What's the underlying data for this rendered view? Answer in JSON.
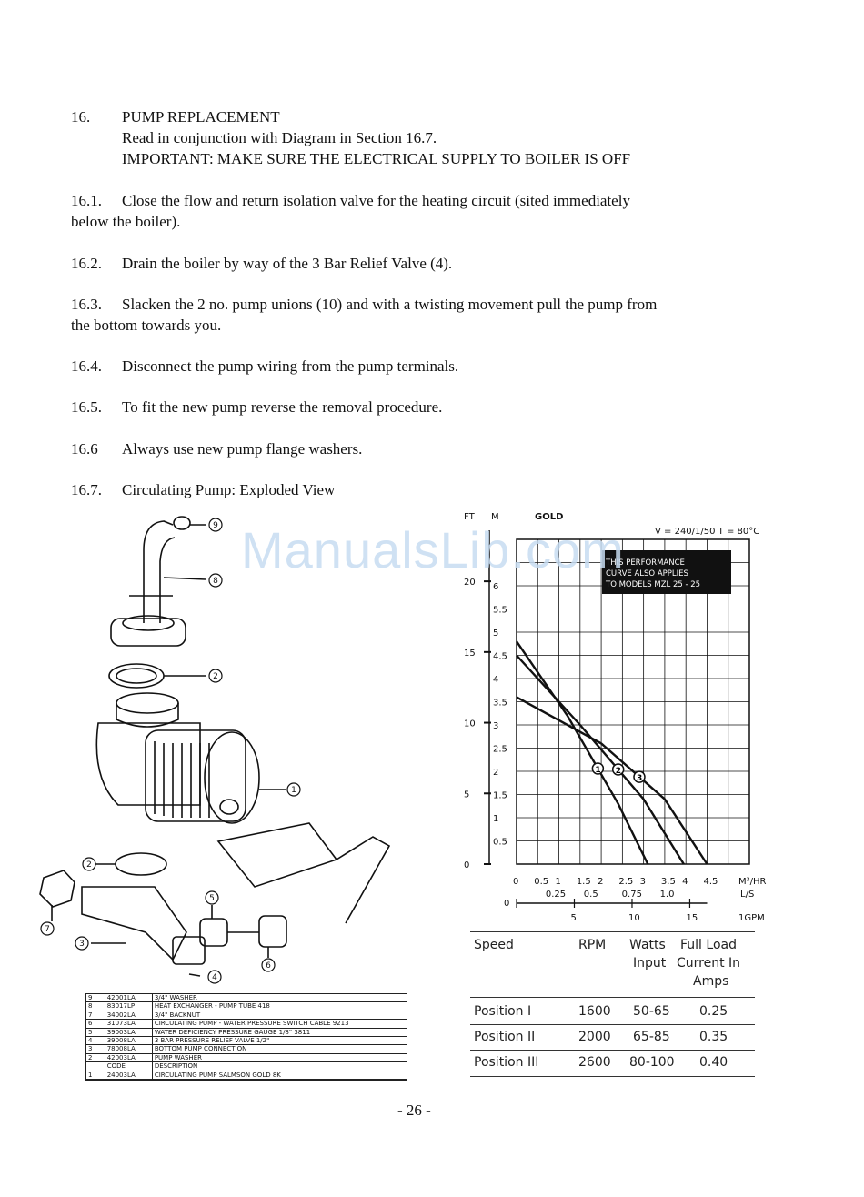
{
  "section": {
    "number": "16.",
    "title": "PUMP REPLACEMENT",
    "line1": "Read in conjunction with Diagram in Section 16.7.",
    "line2": "IMPORTANT:  MAKE SURE THE ELECTRICAL SUPPLY TO BOILER IS OFF"
  },
  "steps": [
    {
      "num": "16.1.",
      "text": "Close the flow and return isolation valve for the heating circuit (sited immediately",
      "cont": "below the boiler)."
    },
    {
      "num": "16.2.",
      "text": "Drain the boiler by way of the 3 Bar Relief Valve (4)."
    },
    {
      "num": "16.3.",
      "text": "Slacken the 2 no. pump unions (10) and with a twisting movement pull the pump from",
      "cont": "the bottom towards you."
    },
    {
      "num": "16.4.",
      "text": "Disconnect the pump wiring from the pump terminals."
    },
    {
      "num": "16.5.",
      "text": "To fit the new pump reverse the removal procedure."
    },
    {
      "num": "16.6",
      "text": "Always use new pump flange washers."
    },
    {
      "num": "16.7.",
      "text": "Circulating Pump:  Exploded View"
    }
  ],
  "watermark": "ManualsLib.com",
  "diagram": {
    "callouts": [
      "9",
      "8",
      "2",
      "1",
      "2",
      "7",
      "5",
      "3",
      "6",
      "4"
    ]
  },
  "parts_table": {
    "rows": [
      [
        "9",
        "42001LA",
        "3/4\" WASHER"
      ],
      [
        "8",
        "83017LP",
        "HEAT EXCHANGER - PUMP TUBE 418"
      ],
      [
        "7",
        "34002LA",
        "3/4\" BACKNUT"
      ],
      [
        "6",
        "31073LA",
        "CIRCULATING PUMP - WATER PRESSURE SWITCH CABLE 9213"
      ],
      [
        "5",
        "39003LA",
        "WATER DEFICIENCY PRESSURE GAUGE 1/8\" 3811"
      ],
      [
        "4",
        "39008LA",
        "3 BAR PRESSURE RELIEF VALVE 1/2\""
      ],
      [
        "3",
        "78008LA",
        "BOTTOM PUMP CONNECTION"
      ],
      [
        "2",
        "42003LA",
        "PUMP WASHER"
      ],
      [
        "",
        "CODE",
        "DESCRIPTION"
      ],
      [
        "1",
        "24003LA",
        "CIRCULATING PUMP SALMSON GOLD 8K"
      ]
    ]
  },
  "chart_data": {
    "type": "line",
    "title": "GOLD",
    "conditions": "V = 240/1/50  T = 80°C",
    "note": [
      "THIS PERFORMANCE",
      "CURVE ALSO APPLIES",
      "TO MODELS MZL 25 - 25"
    ],
    "y_units": [
      "FT",
      "M"
    ],
    "y_m_ticks": [
      "0.5",
      "1",
      "1.5",
      "2",
      "2.5",
      "3",
      "3.5",
      "4",
      "4.5",
      "5",
      "5.5",
      "6"
    ],
    "y_ft_ticks": [
      "0",
      "5",
      "10",
      "15",
      "20"
    ],
    "x_m3hr_ticks": [
      "0",
      "0.5",
      "1",
      "1.5",
      "2",
      "2.5",
      "3",
      "3.5",
      "4",
      "4.5"
    ],
    "x_m3hr_unit": "M³/HR",
    "x_ls_ticks": [
      "0.25",
      "0.5",
      "0.75",
      "1.0"
    ],
    "x_ls_unit": "L/S",
    "x_gpm_ticks": [
      "0",
      "5",
      "10",
      "15"
    ],
    "x_gpm_unit": "1GPM",
    "xlim": [
      0,
      5.5
    ],
    "ylim": [
      0,
      7
    ],
    "series": [
      {
        "name": "1",
        "x": [
          0,
          1.2,
          2.4,
          3.1
        ],
        "y": [
          4.8,
          3.2,
          1.3,
          0
        ]
      },
      {
        "name": "2",
        "x": [
          0,
          1.5,
          3.0,
          3.95
        ],
        "y": [
          4.5,
          3.0,
          1.4,
          0
        ]
      },
      {
        "name": "3",
        "x": [
          0,
          2.0,
          3.5,
          4.5
        ],
        "y": [
          3.6,
          2.6,
          1.4,
          0
        ]
      }
    ],
    "speed_table": {
      "headers": [
        "Speed",
        "RPM",
        "Watts",
        "Full Load",
        "Input",
        "Current In",
        "Amps"
      ],
      "rows": [
        [
          "Position I",
          "1600",
          "50-65",
          "0.25"
        ],
        [
          "Position II",
          "2000",
          "65-85",
          "0.35"
        ],
        [
          "Position III",
          "2600",
          "80-100",
          "0.40"
        ]
      ]
    }
  },
  "footer": {
    "page": "- 26 -"
  }
}
